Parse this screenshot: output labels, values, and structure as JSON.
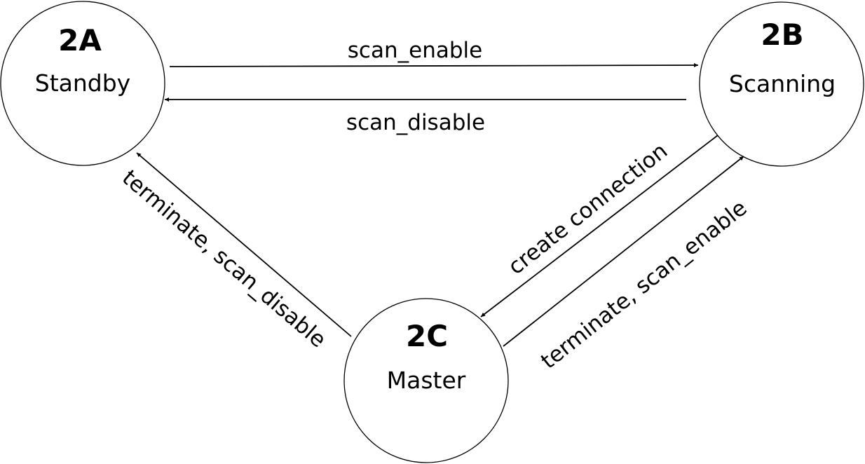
{
  "states": [
    {
      "id": "2A",
      "name": "Standby"
    },
    {
      "id": "2B",
      "name": "Scanning"
    },
    {
      "id": "2C",
      "name": "Master"
    }
  ],
  "transitions": [
    {
      "from": "2A",
      "to": "2B",
      "label": "scan_enable"
    },
    {
      "from": "2B",
      "to": "2A",
      "label": "scan_disable"
    },
    {
      "from": "2B",
      "to": "2C",
      "label": "create connection"
    },
    {
      "from": "2C",
      "to": "2B",
      "label": "terminate, scan_enable"
    },
    {
      "from": "2C",
      "to": "2A",
      "label": "terminate, scan_disable"
    }
  ]
}
